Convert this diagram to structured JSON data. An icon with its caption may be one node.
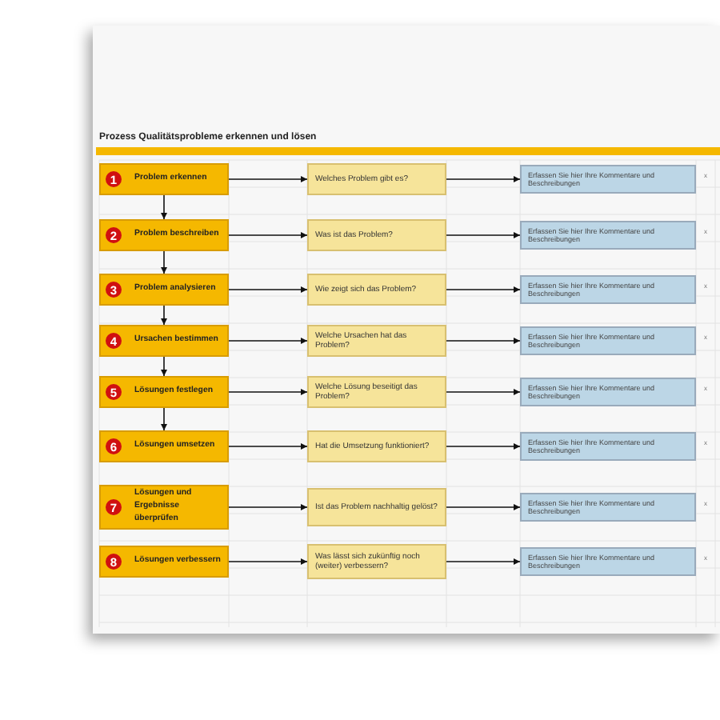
{
  "diagram": {
    "title": "Prozess Qualitätsprobleme erkennen und lösen",
    "nodes": [
      {
        "text": [
          "1",
          "Problem erkennen"
        ]
      },
      {
        "text": [
          "Welches Problem gibt es?"
        ]
      },
      {
        "text": [
          "Erfassen Sie hier Ihre Kommentare und Beschreibungen"
        ]
      },
      {
        "text": [
          "2",
          "Problem beschreiben"
        ]
      },
      {
        "text": [
          "Was ist das Problem?"
        ]
      },
      {
        "text": [
          "Erfassen Sie hier Ihre Kommentare und Beschreibungen"
        ]
      },
      {
        "text": [
          "3",
          "Problem analysieren"
        ]
      },
      {
        "text": [
          "Wie zeigt sich das Problem?"
        ]
      },
      {
        "text": [
          "Erfassen Sie hier Ihre Kommentare und Beschreibungen"
        ]
      },
      {
        "text": [
          "4",
          "Ursachen bestimmen"
        ]
      },
      {
        "text": [
          "Welche Ursachen hat das Problem?"
        ]
      },
      {
        "text": [
          "Erfassen Sie hier Ihre Kommentare und Beschreibungen"
        ]
      },
      {
        "text": [
          "5",
          "Lösungen festlegen"
        ]
      },
      {
        "text": [
          "Welche Lösung beseitigt das Problem?"
        ]
      },
      {
        "text": [
          "Erfassen Sie hier Ihre Kommentare und Beschreibungen"
        ]
      },
      {
        "text": [
          "6",
          "Lösungen umsetzen"
        ]
      },
      {
        "text": [
          "Hat die Umsetzung funktioniert?"
        ]
      },
      {
        "text": [
          "Erfassen Sie hier Ihre Kommentare und Beschreibungen"
        ]
      },
      {
        "text": [
          "7",
          "Lösungen und Ergebnisse überprüfen"
        ]
      },
      {
        "text": [
          "Ist das Problem nachhaltig gelöst?"
        ]
      },
      {
        "text": [
          "Erfassen Sie hier Ihre Kommentare und Beschreibungen"
        ]
      },
      {
        "text": [
          "8",
          "Lösungen verbessern"
        ]
      },
      {
        "text": [
          "Was lässt sich zukünftig noch (weiter) verbessern?"
        ]
      },
      {
        "text": [
          "Erfassen Sie hier Ihre Kommentare und Beschreibungen"
        ]
      }
    ],
    "edges": [
      {
        "from": 0,
        "to": 1,
        "arrow": "to"
      },
      {
        "from": 1,
        "to": 2,
        "arrow": "to"
      },
      {
        "from": 3,
        "to": 4,
        "arrow": "to"
      },
      {
        "from": 4,
        "to": 5,
        "arrow": "to"
      },
      {
        "from": 6,
        "to": 7,
        "arrow": "to"
      },
      {
        "from": 7,
        "to": 8,
        "arrow": "to"
      },
      {
        "from": 9,
        "to": 10,
        "arrow": "to"
      },
      {
        "from": 10,
        "to": 11,
        "arrow": "to"
      },
      {
        "from": 12,
        "to": 13,
        "arrow": "to"
      },
      {
        "from": 13,
        "to": 14,
        "arrow": "to"
      },
      {
        "from": 15,
        "to": 16,
        "arrow": "to"
      },
      {
        "from": 16,
        "to": 17,
        "arrow": "to"
      },
      {
        "from": 18,
        "to": 19,
        "arrow": "to"
      },
      {
        "from": 19,
        "to": 20,
        "arrow": "to"
      },
      {
        "from": 21,
        "to": 22,
        "arrow": "to"
      },
      {
        "from": 22,
        "to": 23,
        "arrow": "to"
      },
      {
        "from": 0,
        "to": 3,
        "arrow": "to"
      },
      {
        "from": 3,
        "to": 6,
        "arrow": "to"
      },
      {
        "from": 6,
        "to": 9,
        "arrow": "to"
      },
      {
        "from": 9,
        "to": 12,
        "arrow": "to"
      },
      {
        "from": 12,
        "to": 15,
        "arrow": "to"
      }
    ],
    "labels": [
      "x",
      "x",
      "x",
      "x",
      "x",
      "x",
      "x",
      "x"
    ]
  }
}
